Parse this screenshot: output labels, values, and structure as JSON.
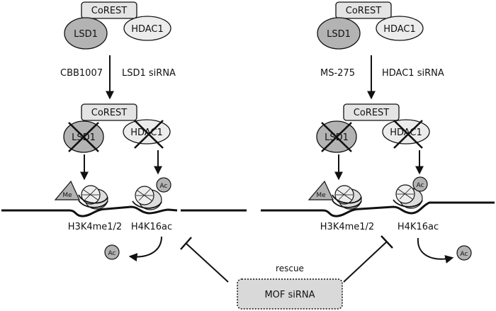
{
  "left_panel": {
    "top_complex": {
      "corest": "CoREST",
      "lsd1": "LSD1",
      "hdac1": "HDAC1"
    },
    "treatment": {
      "inhibitor": "CBB1007",
      "sirna": "LSD1 siRNA"
    },
    "inhibited_complex": {
      "corest": "CoREST",
      "lsd1": "LSD1",
      "hdac1": "HDAC1"
    },
    "methyl_tag": "Me",
    "acetyl_tag": "Ac",
    "mark_left": "H3K4me1/2",
    "mark_right": "H4K16ac",
    "released_acetyl": "Ac"
  },
  "right_panel": {
    "top_complex": {
      "corest": "CoREST",
      "lsd1": "LSD1",
      "hdac1": "HDAC1"
    },
    "treatment": {
      "inhibitor": "MS-275",
      "sirna": "HDAC1 siRNA"
    },
    "inhibited_complex": {
      "corest": "CoREST",
      "lsd1": "LSD1",
      "hdac1": "HDAC1"
    },
    "methyl_tag": "Me",
    "acetyl_tag": "Ac",
    "mark_left": "H3K4me1/2",
    "mark_right": "H4K16ac",
    "released_acetyl": "Ac"
  },
  "bottom": {
    "rescue_label": "rescue",
    "mof_box": "MOF siRNA"
  },
  "colors": {
    "box_fill": "#e4e4e4",
    "lsd1_fill": "#b3b3b3",
    "hdac1_fill": "#ececec",
    "stroke": "#111111"
  }
}
